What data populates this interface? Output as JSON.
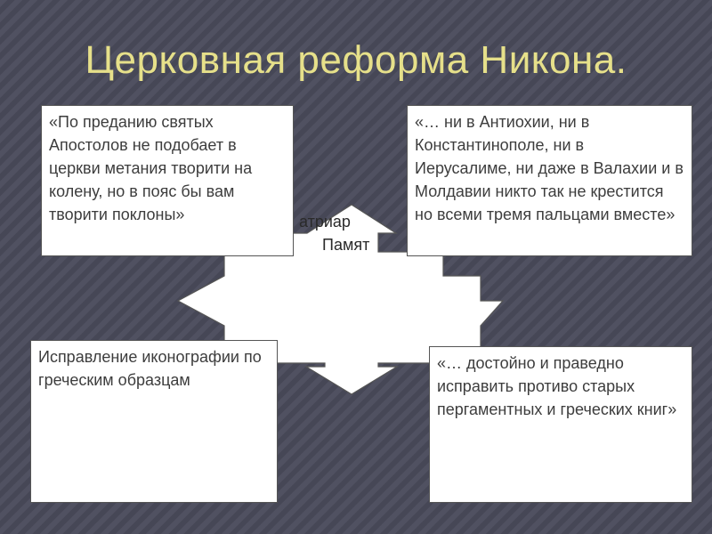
{
  "slide": {
    "title": "Церковная реформа Никона.",
    "center_partial_line1": "атриар",
    "center_partial_line2": "Памят",
    "top_left_quote": "«По преданию святых Апостолов не подобает в церкви метания творити на колену, но в пояс бы вам творити поклоны»",
    "top_right_quote": "«… ни в Антиохии, ни в Константинополе, ни в Иерусалиме, ни даже в Валахии и в Молдавии никто так не крестится но всеми тремя пальцами вместе»",
    "bottom_left_text": "Исправление иконографии по греческим образцам",
    "bottom_right_quote": "«… достойно и праведно исправить противо старых пергаментных и греческих книг»"
  }
}
